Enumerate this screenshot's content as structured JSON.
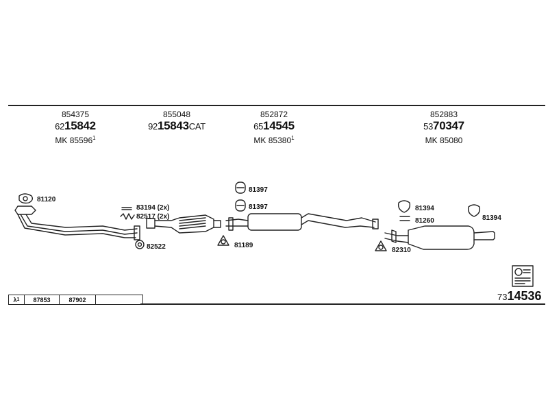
{
  "columns": [
    {
      "top": "854375",
      "big_prefix": "62",
      "big_main": "15842",
      "big_suffix": "",
      "mk": "MK 85596",
      "mk_sup": "1"
    },
    {
      "top": "855048",
      "big_prefix": "92",
      "big_main": "15843",
      "big_suffix": "CAT",
      "mk": "",
      "mk_sup": ""
    },
    {
      "top": "852872",
      "big_prefix": "65",
      "big_main": "14545",
      "big_suffix": "",
      "mk": "MK 85380",
      "mk_sup": "1"
    },
    {
      "top": "852883",
      "big_prefix": "53",
      "big_main": "70347",
      "big_suffix": "",
      "mk": "MK 85080",
      "mk_sup": ""
    }
  ],
  "callouts": {
    "c81120": "81120",
    "c83194": "83194 (2x)",
    "c82517": "82517 (2x)",
    "c82522": "82522",
    "c81397a": "81397",
    "c81397b": "81397",
    "c81189": "81189",
    "c81394a": "81394",
    "c81260": "81260",
    "c81394b": "81394",
    "c82310": "82310"
  },
  "lambda_table": {
    "symbol": "λ",
    "sup": "1",
    "values": [
      "87853",
      "87902",
      ""
    ]
  },
  "reference": {
    "prefix": "73",
    "main": "14536"
  },
  "icon_names": [
    "exhaust-manifold-pipe-icon",
    "catalytic-converter-icon",
    "front-silencer-icon",
    "rear-silencer-icon",
    "gasket-icon",
    "rubber-hanger-icon",
    "clamp-icon",
    "mounting-kit-icon",
    "catalog-reference-icon"
  ]
}
